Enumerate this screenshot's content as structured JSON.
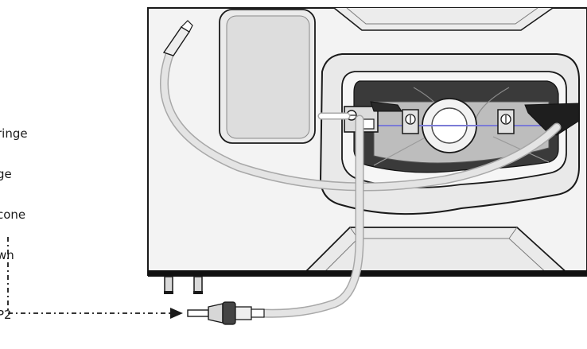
{
  "callout": {
    "lines": [
      "ringe",
      "ge",
      "cone",
      "wn"
    ],
    "reference": "P2"
  },
  "colors": {
    "outline": "#1a1a1a",
    "panel_fill": "#f2f2f2",
    "tray_fill": "#e9e9e9",
    "base_dark": "#111111",
    "tube": "#e4e4e4",
    "tube_edge": "#a8a8a8",
    "indicator_line": "#7b7bd6"
  },
  "icons": {
    "connector": "luer-connector-icon",
    "arrow": "arrowhead-icon"
  }
}
